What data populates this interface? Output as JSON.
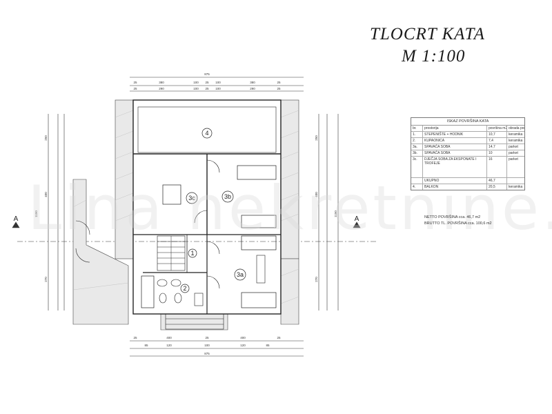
{
  "title": {
    "line1": "TLOCRT KATA",
    "line2": "M 1:100"
  },
  "watermark": "Lina nekretnine.com",
  "table": {
    "heading": "ISKAZ POVRŠINA KATA",
    "columns": [
      "br.",
      "prostorija",
      "površina m2",
      "obrada poda"
    ],
    "rows": [
      {
        "no": "1.",
        "name": "STEPENIŠTE + HODNIK",
        "area": "10,7",
        "floor": "keramika"
      },
      {
        "no": "2.",
        "name": "KUPAONICA",
        "area": "7,4",
        "floor": "keramika"
      },
      {
        "no": "3a.",
        "name": "SPAVAĆA SOBA",
        "area": "14,7",
        "floor": "parket"
      },
      {
        "no": "3b.",
        "name": "SPAVAĆA SOBA",
        "area": "10",
        "floor": "parket"
      },
      {
        "no": "3c.",
        "name": "DJEČJA SOBA ZA EKSPONATE I TROFEJE",
        "area": "16",
        "floor": "parket"
      },
      {
        "no": "",
        "name": "UKUPNO",
        "area": "46,7",
        "floor": ""
      },
      {
        "no": "4.",
        "name": "BALKON",
        "area": "20,5",
        "floor": "keramika"
      }
    ],
    "netto": "NETTO POVRŠINA cca. 46,7 m2",
    "brutto": "BRUTTO TL. POVRŠINA cca. 100,6 m2"
  },
  "plan": {
    "section_label": "A",
    "room_labels": [
      "4",
      "3c",
      "3b",
      "1",
      "2",
      "3a"
    ],
    "dims_top_total": "875",
    "dims_top_row": [
      "25",
      "380",
      "100",
      "25",
      "100",
      "380",
      "25"
    ],
    "dims_top_row2": [
      "25",
      "290",
      "100",
      "25",
      "100",
      "290",
      "25"
    ],
    "dims_bottom_row": [
      "25",
      "400",
      "25",
      "400",
      "25"
    ],
    "dims_bottom_row2": [
      "85",
      "120",
      "100",
      "120",
      "85"
    ],
    "dims_bottom_total": "875",
    "dims_left": [
      "250",
      "400",
      "270",
      "1150"
    ],
    "dims_right": [
      "250",
      "400",
      "270",
      "1150"
    ]
  }
}
